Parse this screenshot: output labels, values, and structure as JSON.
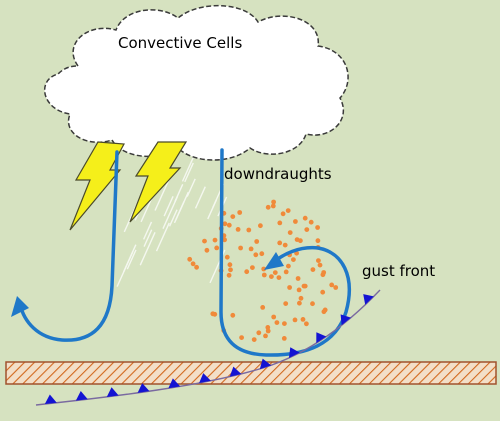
{
  "labels": {
    "cloud": "Convective Cells",
    "downdraughts": "downdraughts",
    "gust_front": "gust front"
  },
  "colors": {
    "background": "#d6e2c0",
    "cloud_fill": "#ffffff",
    "cloud_outline": "#3a3a3a",
    "flow_arrow": "#1f78c8",
    "lightning_fill": "#f5ef1a",
    "lightning_outline": "#4a4a2a",
    "rain_streak": "#ffffff",
    "dust_particles": "#f08a3a",
    "ground_fill": "#f3dfc8",
    "ground_hatch": "#d2691e",
    "front_line": "#7a6aa0",
    "front_triangles": "#1414d2"
  },
  "icons": [
    "cloud-icon",
    "lightning-bolt-icon",
    "rain-streaks",
    "dust-particles",
    "cold-front-line"
  ]
}
